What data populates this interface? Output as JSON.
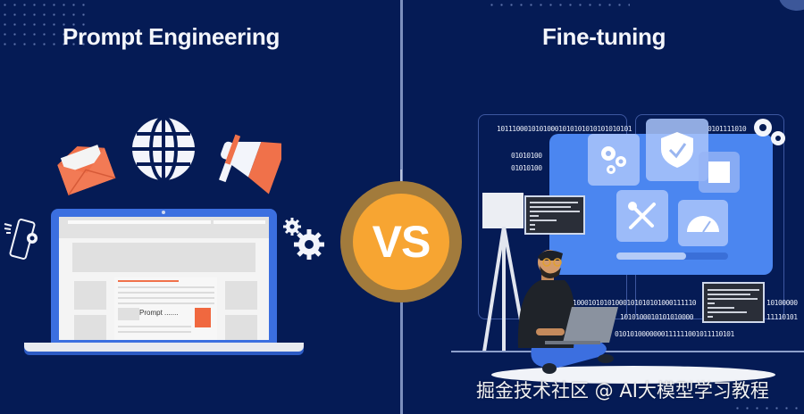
{
  "left": {
    "title": "Prompt Engineering",
    "laptop": {
      "prompt_label": "Prompt ......."
    },
    "icons": [
      "envelope-icon",
      "globe-icon",
      "megaphone-icon",
      "smartphone-icon",
      "gears-icon"
    ]
  },
  "center": {
    "badge": "VS"
  },
  "right": {
    "title": "Fine-tuning",
    "binary_lines": {
      "top": "10111000101010001010101010101010101",
      "top_right": "0101111010",
      "left_1": "01010100",
      "left_2": "01010100",
      "bottom_1": "10001010101000101010101000111110",
      "bottom_1_right": "10100000",
      "bottom_2": "1010100010101010000",
      "bottom_2_right": "11110101",
      "bottom_3": "0101010000000111111001011110101"
    },
    "icons": [
      "gears-icon",
      "shield-check-icon",
      "document-icon",
      "tools-icon",
      "gauge-icon",
      "person-with-laptop",
      "floor-lamp"
    ]
  },
  "watermark": "掘金技术社区 @ AI大模型学习教程",
  "colors": {
    "background": "#051b55",
    "accent_orange": "#f7a532",
    "accent_blue": "#4b86f0",
    "coral": "#f0714a"
  }
}
